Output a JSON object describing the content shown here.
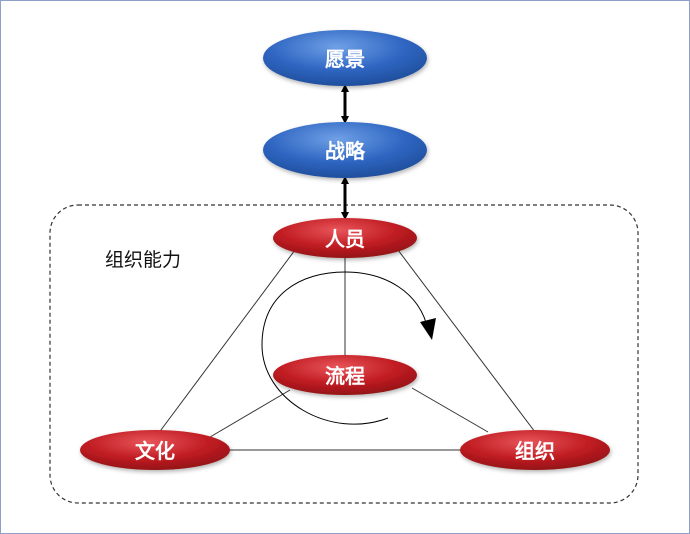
{
  "diagram": {
    "nodes": {
      "vision": "愿景",
      "strategy": "战略",
      "people": "人员",
      "process": "流程",
      "culture": "文化",
      "organization": "组织"
    },
    "region_label": "组织能力"
  },
  "colors": {
    "blue_node": "#2f66c2",
    "red_node": "#c01c22",
    "frame_border": "#8ea0c8",
    "lines": "#333333"
  }
}
